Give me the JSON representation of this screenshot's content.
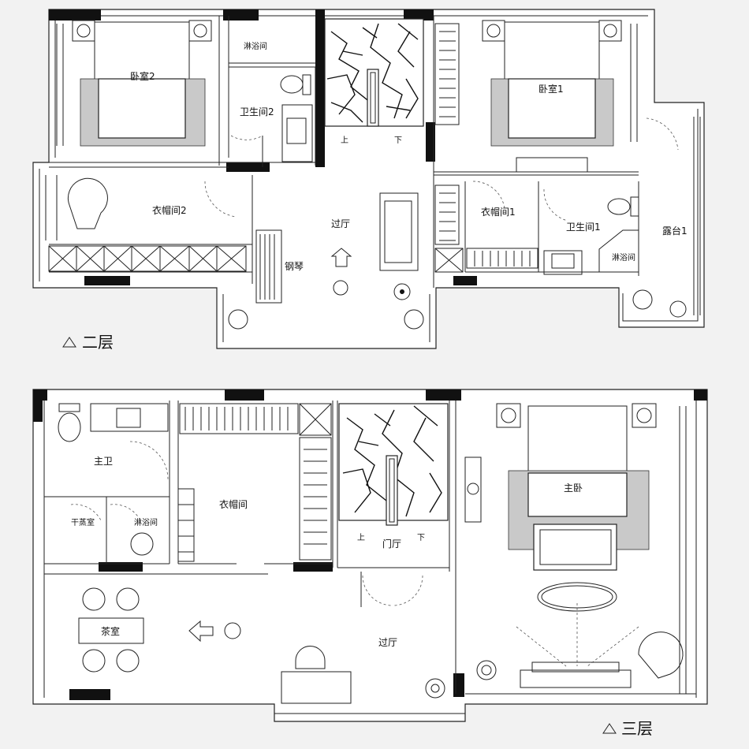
{
  "floor2": {
    "caption": "二层",
    "rooms": {
      "bedroom2": "卧室2",
      "shower": "淋浴间",
      "bath2": "卫生间2",
      "bedroom1": "卧室1",
      "closet2": "衣帽间2",
      "hall": "过厅",
      "piano": "钢琴",
      "closet1": "衣帽间1",
      "bath1": "卫生间1",
      "shower1": "淋浴间",
      "terrace": "露台1"
    },
    "stairs": {
      "up": "上",
      "down": "下"
    }
  },
  "floor3": {
    "caption": "三层",
    "rooms": {
      "master_bath": "主卫",
      "closet": "衣帽间",
      "sauna": "干蒸室",
      "shower": "淋浴间",
      "foyer": "门厅",
      "master_bedroom": "主卧",
      "tea_room": "茶室",
      "hall": "过厅"
    },
    "stairs": {
      "up": "上",
      "down": "下"
    }
  },
  "colors": {
    "wall": "#111111",
    "hatch": "#c9c9c9",
    "background": "#f2f2f2"
  }
}
